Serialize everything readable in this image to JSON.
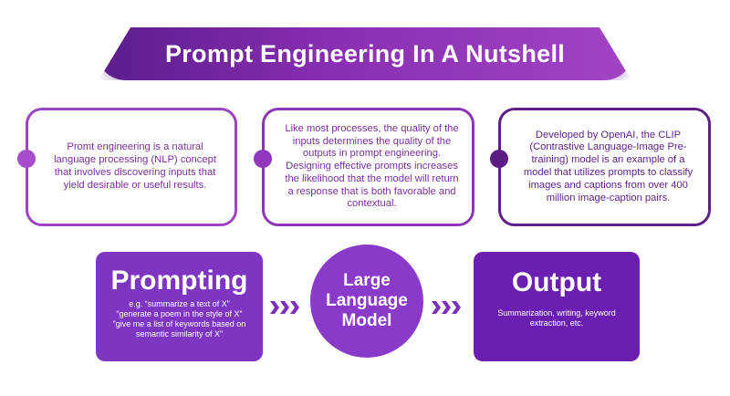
{
  "header": {
    "title": "Prompt Engineering In A Nutshell"
  },
  "cards": [
    {
      "text": "Promt engineering is a natural language processing (NLP) concept that involves discovering inputs that yield desirable or useful results."
    },
    {
      "text": "Like most processes, the quality of the inputs determines the quality of the outputs in prompt engineering. Designing effective prompts increases the likelihood that the model will return a response that is both favorable and contextual."
    },
    {
      "text": "Developed by OpenAI, the CLIP (Contrastive Language-Image Pre-training) model is an example of a model that utilizes prompts to classify images and captions from over 400 million image-caption pairs."
    }
  ],
  "flow": {
    "prompting": {
      "title": "Prompting",
      "lines": [
        "e.g. “summarize a text of X”",
        "“generate a poem in the style of X”",
        "“give me a list of keywords based on semantic similarity of X”"
      ]
    },
    "model": {
      "title": "Large Language Model"
    },
    "output": {
      "title": "Output",
      "description": "Summarization, writing, keyword extraction, etc."
    }
  },
  "colors": {
    "banner_start": "#5b1d8c",
    "banner_end": "#a244c4",
    "card_1_border": "#9b44c4",
    "card_2_border": "#8b36b6",
    "card_3_border": "#5f1f88",
    "prompting_box": "#7d35c2",
    "model_circle": "#8a3ac9",
    "output_box": "#6a1fb0",
    "chevron": "#7a2fc0"
  },
  "icons": {
    "connector": "triple-chevron-right-icon"
  }
}
